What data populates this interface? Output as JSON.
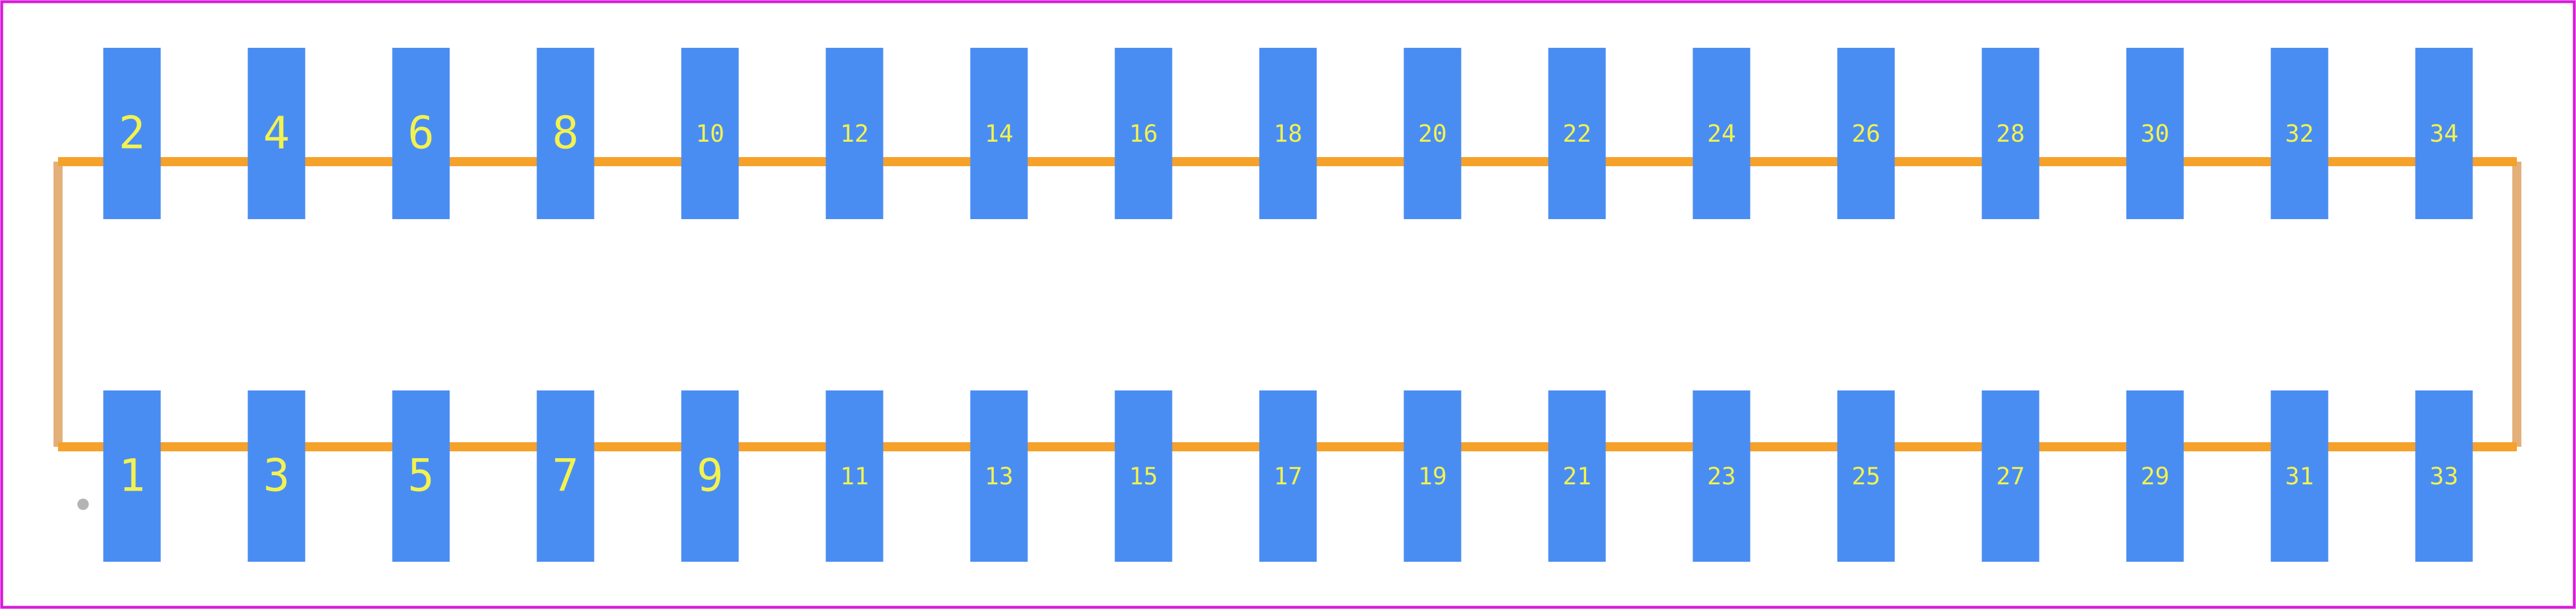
{
  "colors": {
    "background": "#ffffff",
    "boundary": "#d81bd8",
    "pad": "#4a8df2",
    "pad_label": "#f2f250",
    "silkscreen": "#f5a12a",
    "silkscreen_end": "#e3b07a",
    "pin1_marker": "#b4b4b4"
  },
  "pads": {
    "top_row": [
      "2",
      "4",
      "6",
      "8",
      "10",
      "12",
      "14",
      "16",
      "18",
      "20",
      "22",
      "24",
      "26",
      "28",
      "30",
      "32",
      "34"
    ],
    "bottom_row": [
      "1",
      "3",
      "5",
      "7",
      "9",
      "11",
      "13",
      "15",
      "17",
      "19",
      "21",
      "23",
      "25",
      "27",
      "29",
      "31",
      "33"
    ]
  }
}
